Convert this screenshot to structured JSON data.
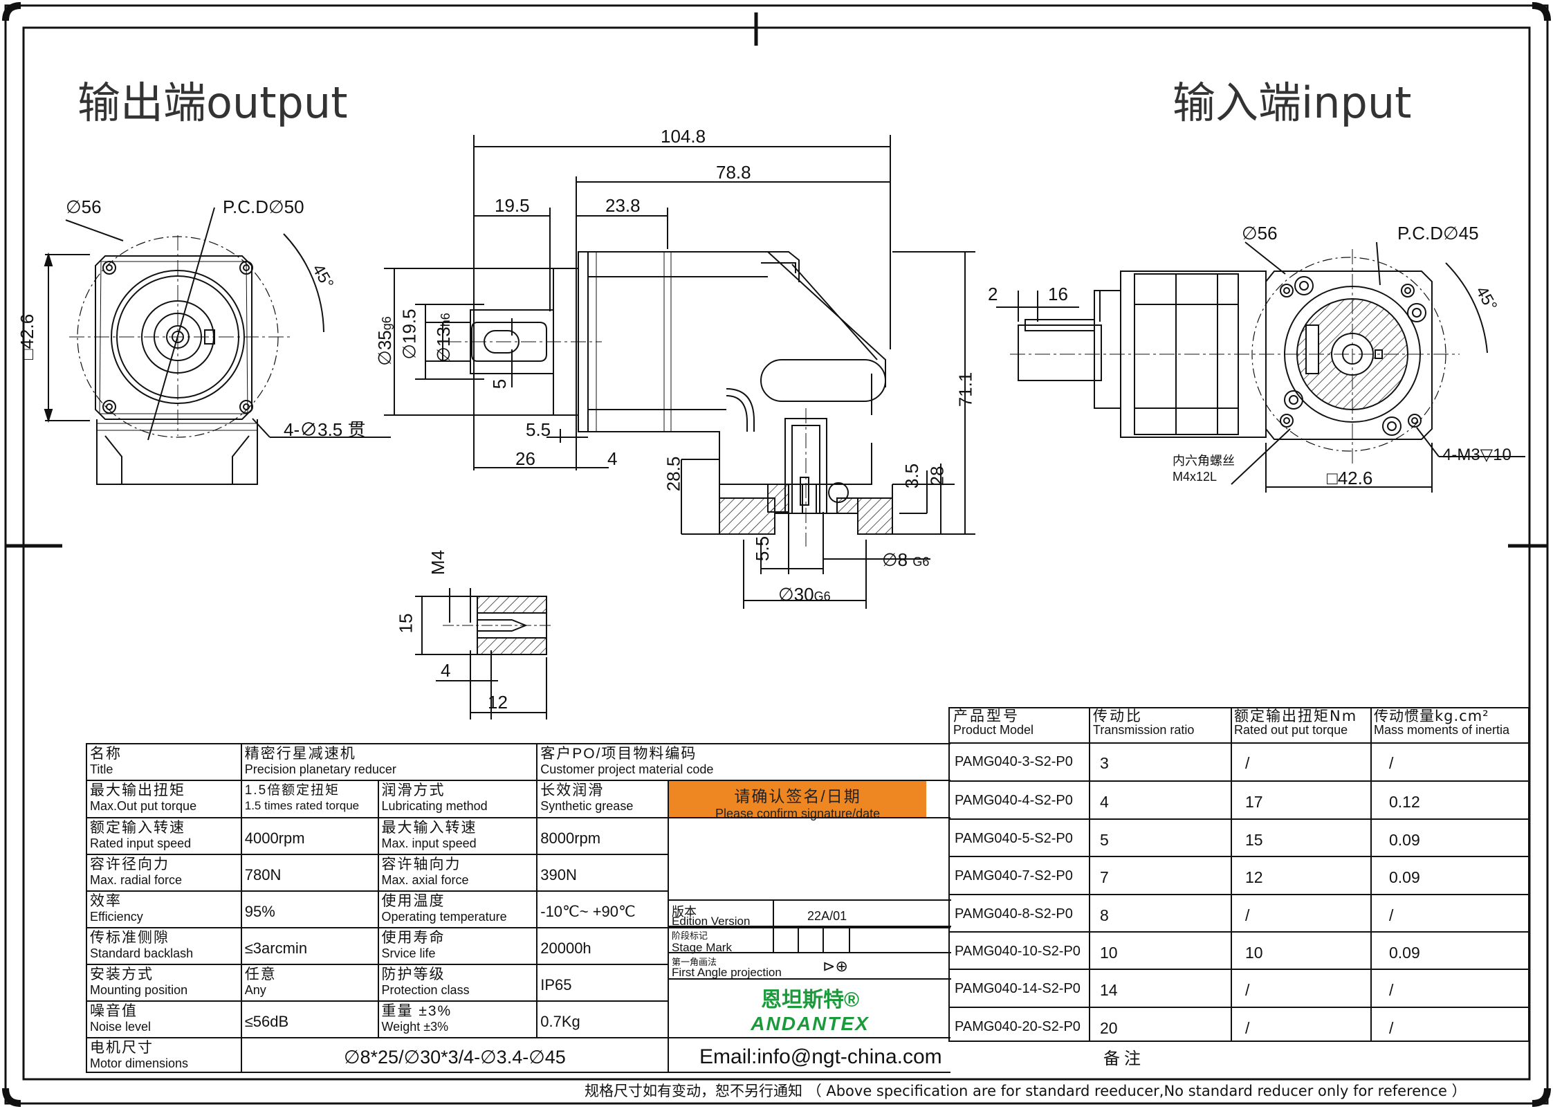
{
  "headings": {
    "output": "输出端output",
    "input": "输入端input"
  },
  "dims": {
    "d104_8": "104.8",
    "d78_8": "78.8",
    "d19_5": "19.5",
    "d23_8": "23.8",
    "d71_1": "71.1",
    "d26": "26",
    "d4": "4",
    "d5_5a": "5.5",
    "d28_5": "28.5",
    "d3_5": "3.5",
    "d28": "28",
    "d5_5b": "5.5",
    "d8g6": "∅8",
    "g6a": "G6",
    "d30g6": "∅30",
    "g6b": "G6",
    "d35": "∅35",
    "g6c": "g6",
    "d19_5v": "∅19.5",
    "d13": "∅13",
    "h6": "h6",
    "d5": "5",
    "left_d56": "∅56",
    "left_pcd": "P.C.D∅50",
    "left_45": "45°",
    "left_42_6": "□42.6",
    "left_holes": "4-∅3.5 贯",
    "right_d56": "∅56",
    "right_pcd": "P.C.D∅45",
    "right_45": "45°",
    "right_2": "2",
    "right_16": "16",
    "right_screw_cn": "内六角螺丝",
    "right_screw_en": "M4x12L",
    "right_holes": "4-M3▽10",
    "right_42_6": "□42.6",
    "key_m4": "M4",
    "key_15": "15",
    "key_4": "4",
    "key_12": "12"
  },
  "spec": {
    "title_cn": "名称",
    "title_en": "Title",
    "title_val_cn": "精密行星减速机",
    "title_val_en": "Precision planetary reducer",
    "cust_cn": "客户PO/项目物料编码",
    "cust_en": "Customer project material code",
    "maxout_cn": "最大输出扭矩",
    "maxout_en": "Max.Out put torque",
    "maxout_val_cn": "1.5倍额定扭矩",
    "maxout_val_en": "1.5 times rated torque",
    "lub_cn": "润滑方式",
    "lub_en": "Lubricating method",
    "lub_val_cn": "长效润滑",
    "lub_val_en": "Synthetic grease",
    "confirm_cn": "请确认签名/日期",
    "confirm_en": "Please confirm signature/date",
    "rin_cn": "额定输入转速",
    "rin_en": "Rated input speed",
    "rin_val": "4000rpm",
    "maxin_cn": "最大输入转速",
    "maxin_en": "Max. input speed",
    "maxin_val": "8000rpm",
    "rad_cn": "容许径向力",
    "rad_en": "Max. radial force",
    "rad_val": "780N",
    "ax_cn": "容许轴向力",
    "ax_en": "Max. axial force",
    "ax_val": "390N",
    "eff_cn": "效率",
    "eff_en": "Efficiency",
    "eff_val": "95%",
    "temp_cn": "使用温度",
    "temp_en": "Operating temperature",
    "temp_val": "-10℃~ +90℃",
    "back_cn": "传标准侧隙",
    "back_en": "Standard backlash",
    "back_val": "≤3arcmin",
    "life_cn": "使用寿命",
    "life_en": "Srvice life",
    "life_val": "20000h",
    "mount_cn": "安装方式",
    "mount_en": "Mounting position",
    "mount_val_cn": "任意",
    "mount_val_en": "Any",
    "prot_cn": "防护等级",
    "prot_en": "Protection class",
    "prot_val": "IP65",
    "noise_cn": "噪音值",
    "noise_en": "Noise level",
    "noise_val": "≤56dB",
    "wt_cn": "重量 ±3%",
    "wt_en": "Weight ±3%",
    "wt_val": "0.7Kg",
    "motor_cn": "电机尺寸",
    "motor_en": "Motor dimensions",
    "motor_val": "∅8*25/∅30*3/4-∅3.4-∅45",
    "edition_cn": "版本",
    "edition_en": "Edition Version",
    "edition_val": "22A/01",
    "stage_cn": "阶段标记",
    "stage_en": "Stage Mark",
    "proj_cn": "第一角画法",
    "proj_en": "First Angle projection",
    "logo_cn": "恩坦斯特®",
    "logo_en": "ANDANTEX",
    "email": "Email:info@ngt-china.com",
    "remark": "备注"
  },
  "models_header": {
    "model_cn": "产品型号",
    "model_en": "Product Model",
    "ratio_cn": "传动比",
    "ratio_en": "Transmission ratio",
    "torque_cn": "额定输出扭矩Nm",
    "torque_en": "Rated out put torque",
    "inertia_cn": "传动惯量kg.cm²",
    "inertia_en": "Mass moments of inertia"
  },
  "models": [
    {
      "model": "PAMG040-3-S2-P0",
      "ratio": "3",
      "torque": "/",
      "inertia": "/"
    },
    {
      "model": "PAMG040-4-S2-P0",
      "ratio": "4",
      "torque": "17",
      "inertia": "0.12"
    },
    {
      "model": "PAMG040-5-S2-P0",
      "ratio": "5",
      "torque": "15",
      "inertia": "0.09"
    },
    {
      "model": "PAMG040-7-S2-P0",
      "ratio": "7",
      "torque": "12",
      "inertia": "0.09"
    },
    {
      "model": "PAMG040-8-S2-P0",
      "ratio": "8",
      "torque": "/",
      "inertia": "/"
    },
    {
      "model": "PAMG040-10-S2-P0",
      "ratio": "10",
      "torque": "10",
      "inertia": "0.09"
    },
    {
      "model": "PAMG040-14-S2-P0",
      "ratio": "14",
      "torque": "/",
      "inertia": "/"
    },
    {
      "model": "PAMG040-20-S2-P0",
      "ratio": "20",
      "torque": "/",
      "inertia": "/"
    }
  ],
  "footer_note": "规格尺寸如有变动，恕不另行通知 （ Above specification are for standard reeducer,No standard reducer only for reference ）",
  "colors": {
    "orange": "#ee8622",
    "green": "#1a9a3a",
    "line": "#111111"
  }
}
